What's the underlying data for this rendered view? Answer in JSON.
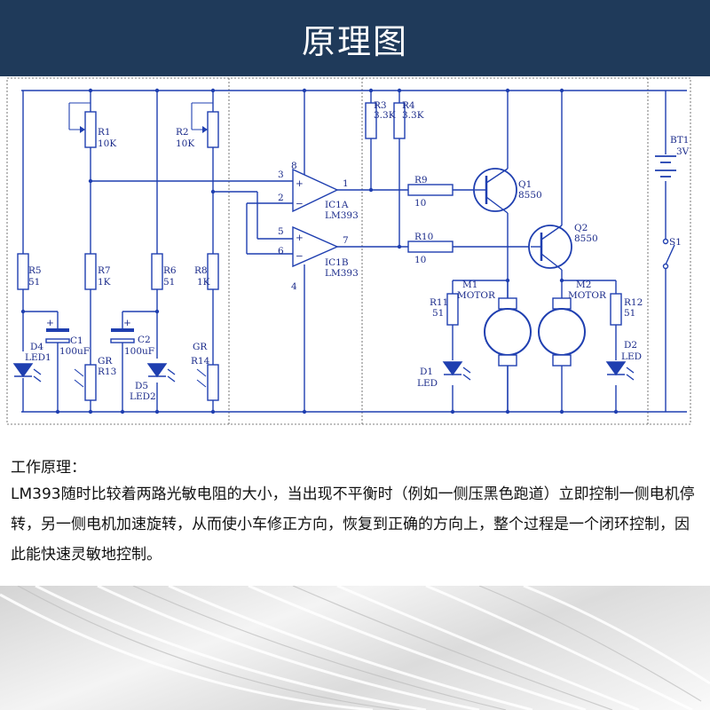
{
  "header": {
    "title": "原理图"
  },
  "description": {
    "heading": "工作原理：",
    "body": "LM393随时比较着两路光敏电阻的大小，当出现不平衡时（例如一侧压黑色跑道）立即控制一侧电机停转，另一侧电机加速旋转，从而使小车修正方向，恢复到正确的方向上，整个过程是一个闭环控制，因此能快速灵敏地控制。"
  },
  "schematic": {
    "R1": {
      "name": "R1",
      "value": "10K"
    },
    "R2": {
      "name": "R2",
      "value": "10K"
    },
    "R3": {
      "name": "R3",
      "value": "3.3K"
    },
    "R4": {
      "name": "R4",
      "value": "3.3K"
    },
    "R5": {
      "name": "R5",
      "value": "51"
    },
    "R6": {
      "name": "R6",
      "value": "51"
    },
    "R7": {
      "name": "R7",
      "value": "1K"
    },
    "R8": {
      "name": "R8",
      "value": "1K"
    },
    "R9": {
      "name": "R9",
      "value": "10"
    },
    "R10": {
      "name": "R10",
      "value": "10"
    },
    "R11": {
      "name": "R11",
      "value": "51"
    },
    "R12": {
      "name": "R12",
      "value": "51"
    },
    "C1": {
      "name": "C1",
      "value": "100uF"
    },
    "C2": {
      "name": "C2",
      "value": "100uF"
    },
    "R13": {
      "type": "GR",
      "name": "R13"
    },
    "R14": {
      "type": "GR",
      "name": "R14"
    },
    "D4": {
      "name": "D4",
      "value": "LED1"
    },
    "D5": {
      "name": "D5",
      "value": "LED2"
    },
    "D1": {
      "name": "D1",
      "value": "LED"
    },
    "D2": {
      "name": "D2",
      "value": "LED"
    },
    "IC1A": {
      "name": "IC1A",
      "value": "LM393"
    },
    "IC1B": {
      "name": "IC1B",
      "value": "LM393"
    },
    "Q1": {
      "name": "Q1",
      "value": "8550"
    },
    "Q2": {
      "name": "Q2",
      "value": "8550"
    },
    "M1": {
      "name": "M1",
      "value": "MOTOR"
    },
    "M2": {
      "name": "M2",
      "value": "MOTOR"
    },
    "BT1": {
      "name": "BT1",
      "value": "3V"
    },
    "S1": {
      "name": "S1"
    },
    "pins": {
      "p1": "1",
      "p2": "2",
      "p3": "3",
      "p4": "4",
      "p5": "5",
      "p6": "6",
      "p7": "7",
      "p8": "8"
    },
    "opamp_plus": "+",
    "opamp_minus": "−"
  }
}
